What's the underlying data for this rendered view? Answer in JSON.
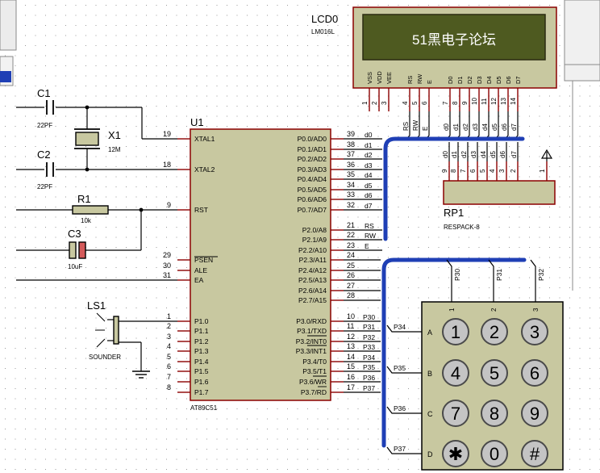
{
  "lcd": {
    "ref": "LCD0",
    "model": "LM016L",
    "screen_text": "51黑电子论坛",
    "pin_labels": [
      "VSS",
      "VDD",
      "VEE",
      "RS",
      "RW",
      "E",
      "D0",
      "D1",
      "D2",
      "D3",
      "D4",
      "D5",
      "D6",
      "D7"
    ],
    "pin_numbers": [
      "1",
      "2",
      "3",
      "4",
      "5",
      "6",
      "7",
      "8",
      "9",
      "10",
      "11",
      "12",
      "13",
      "14"
    ],
    "wire_labels": [
      "RS",
      "RW",
      "E",
      "d0",
      "d1",
      "d2",
      "d3",
      "d4",
      "d5",
      "d6",
      "d7"
    ]
  },
  "mcu": {
    "ref": "U1",
    "model": "AT89C51",
    "left_pins": [
      {
        "num": "19",
        "name": "XTAL1"
      },
      {
        "num": "18",
        "name": "XTAL2"
      },
      {
        "num": "9",
        "name": "RST"
      },
      {
        "num": "29",
        "name": "PSEN"
      },
      {
        "num": "30",
        "name": "ALE"
      },
      {
        "num": "31",
        "name": "EA"
      },
      {
        "num": "1",
        "name": "P1.0"
      },
      {
        "num": "2",
        "name": "P1.1"
      },
      {
        "num": "3",
        "name": "P1.2"
      },
      {
        "num": "4",
        "name": "P1.3"
      },
      {
        "num": "5",
        "name": "P1.4"
      },
      {
        "num": "6",
        "name": "P1.5"
      },
      {
        "num": "7",
        "name": "P1.6"
      },
      {
        "num": "8",
        "name": "P1.7"
      }
    ],
    "right_pins": [
      {
        "num": "39",
        "name": "P0.0/AD0",
        "net": "d0"
      },
      {
        "num": "38",
        "name": "P0.1/AD1",
        "net": "d1"
      },
      {
        "num": "37",
        "name": "P0.2/AD2",
        "net": "d2"
      },
      {
        "num": "36",
        "name": "P0.3/AD3",
        "net": "d3"
      },
      {
        "num": "35",
        "name": "P0.4/AD4",
        "net": "d4"
      },
      {
        "num": "34",
        "name": "P0.5/AD5",
        "net": "d5"
      },
      {
        "num": "33",
        "name": "P0.6/AD6",
        "net": "d6"
      },
      {
        "num": "32",
        "name": "P0.7/AD7",
        "net": "d7"
      },
      {
        "num": "21",
        "name": "P2.0/A8",
        "net": "RS"
      },
      {
        "num": "22",
        "name": "P2.1/A9",
        "net": "RW"
      },
      {
        "num": "23",
        "name": "P2.2/A10",
        "net": "E"
      },
      {
        "num": "24",
        "name": "P2.3/A11",
        "net": ""
      },
      {
        "num": "25",
        "name": "P2.4/A12",
        "net": ""
      },
      {
        "num": "26",
        "name": "P2.5/A13",
        "net": ""
      },
      {
        "num": "27",
        "name": "P2.6/A14",
        "net": ""
      },
      {
        "num": "28",
        "name": "P2.7/A15",
        "net": ""
      },
      {
        "num": "10",
        "name": "P3.0/RXD",
        "net": "P30"
      },
      {
        "num": "11",
        "name": "P3.1/TXD",
        "net": "P31"
      },
      {
        "num": "12",
        "name": "P3.2/INT0",
        "net": "P32"
      },
      {
        "num": "13",
        "name": "P3.3/INT1",
        "net": "P33"
      },
      {
        "num": "14",
        "name": "P3.4/T0",
        "net": "P34"
      },
      {
        "num": "15",
        "name": "P3.5/T1",
        "net": "P35"
      },
      {
        "num": "16",
        "name": "P3.6/WR",
        "net": "P36"
      },
      {
        "num": "17",
        "name": "P3.7/RD",
        "net": "P37"
      }
    ]
  },
  "c1": {
    "ref": "C1",
    "value": "22PF"
  },
  "c2": {
    "ref": "C2",
    "value": "22PF"
  },
  "x1": {
    "ref": "X1",
    "value": "12M"
  },
  "r1": {
    "ref": "R1",
    "value": "10k"
  },
  "c3": {
    "ref": "C3",
    "value": "10uF"
  },
  "ls1": {
    "ref": "LS1",
    "value": "SOUNDER"
  },
  "rp1": {
    "ref": "RP1",
    "model": "RESPACK-8",
    "pin_numbers": [
      "9",
      "8",
      "7",
      "6",
      "5",
      "4",
      "3",
      "2",
      "1"
    ],
    "wire_labels": [
      "d0",
      "d1",
      "d2",
      "d3",
      "d4",
      "d5",
      "d6",
      "d7"
    ]
  },
  "keypad": {
    "col_nets": [
      "P30",
      "P31",
      "P32"
    ],
    "col_nums": [
      "1",
      "2",
      "3"
    ],
    "row_nets": [
      "P34",
      "P35",
      "P36",
      "P37"
    ],
    "row_letters": [
      "A",
      "B",
      "C",
      "D"
    ],
    "keys": [
      "1",
      "2",
      "3",
      "4",
      "5",
      "6",
      "7",
      "8",
      "9",
      "✱",
      "0",
      "#"
    ]
  }
}
